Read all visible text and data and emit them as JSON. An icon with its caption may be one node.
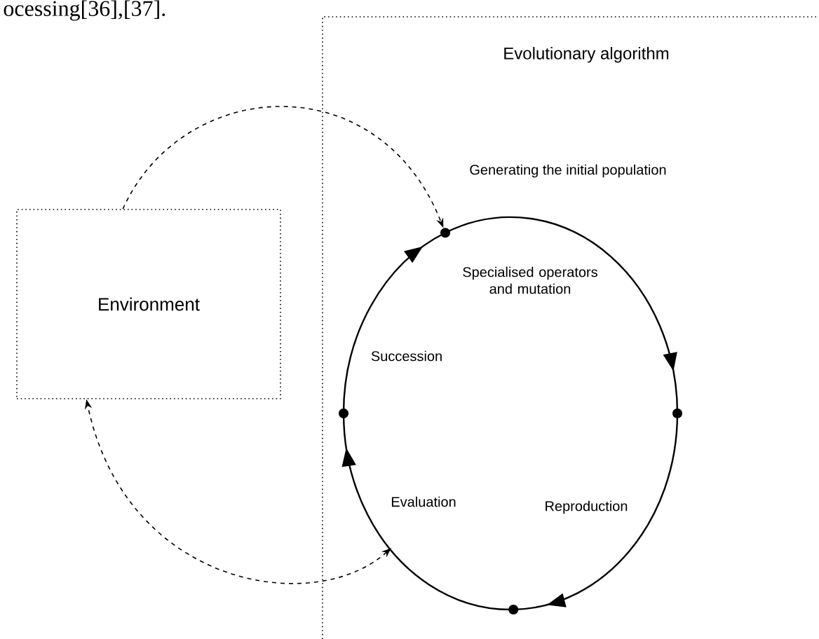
{
  "diagram": {
    "nodes": [
      {
        "text": [
          "Evolutionary algorithm"
        ]
      },
      {
        "text": [
          "Environment"
        ]
      },
      {
        "text": [],
        "shape": "circle",
        "in": 0,
        "beside": [
          "Generating the initial population"
        ]
      },
      {
        "text": [],
        "shape": "circle",
        "in": 0
      },
      {
        "text": [],
        "shape": "circle",
        "in": 0
      },
      {
        "text": [],
        "shape": "circle",
        "in": 0
      }
    ],
    "edges": [
      {
        "from": 2,
        "to": 3,
        "arrow": "to",
        "label": "Specialised operators and mutation"
      },
      {
        "from": 3,
        "to": 4,
        "arrow": "to",
        "label": "Reproduction"
      },
      {
        "from": 4,
        "to": 5,
        "arrow": "to",
        "label": "Evaluation"
      },
      {
        "from": 5,
        "to": 2,
        "arrow": "to",
        "label": "Succession"
      },
      {
        "from": 1,
        "to": 2,
        "arrow": "to",
        "style": "dashed"
      },
      {
        "from": null,
        "to": 1,
        "arrow": "both",
        "style": "dashed"
      }
    ],
    "labels": [
      "ocessing[36],[37]."
    ]
  }
}
